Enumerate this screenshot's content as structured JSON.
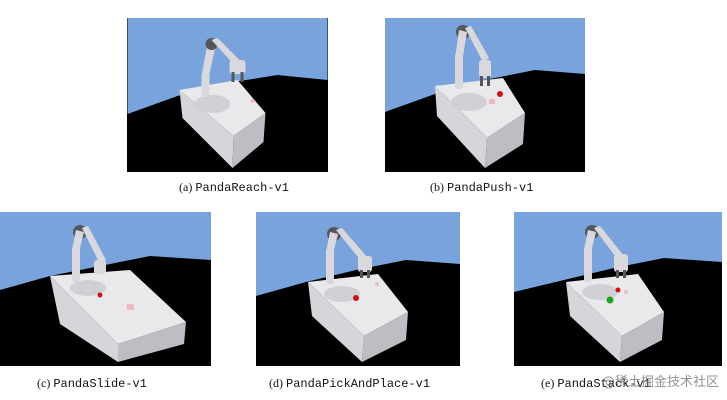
{
  "figures": [
    {
      "label": "(a)",
      "env": "PandaReach-v1"
    },
    {
      "label": "(b)",
      "env": "PandaPush-v1"
    },
    {
      "label": "(c)",
      "env": "PandaSlide-v1"
    },
    {
      "label": "(d)",
      "env": "PandaPickAndPlace-v1"
    },
    {
      "label": "(e)",
      "env": "PandaStack-v1"
    }
  ],
  "watermark": "@稀土掘金技术社区",
  "colors": {
    "sky": "#79a3dc",
    "floor": "#0b0b0b",
    "table_top": "#e9e9ec",
    "table_side": "#c9c9ce",
    "robot": "#d9d9dd",
    "robot_dark": "#55555c",
    "target_red": "#cc1111",
    "target_pink": "#f2b8c0",
    "target_green": "#1aa51a"
  }
}
